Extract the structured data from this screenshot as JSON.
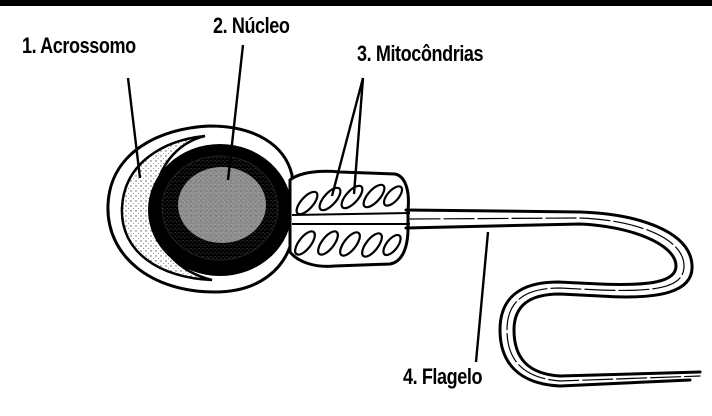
{
  "labels": {
    "acrossomo": "1. Acrossomo",
    "nucleo": "2. Núcleo",
    "mitocondrias": "3. Mitocôndrias",
    "flagelo": "4. Flagelo"
  },
  "colors": {
    "ink": "#000000",
    "background": "#ffffff",
    "stipple": "#555555"
  }
}
